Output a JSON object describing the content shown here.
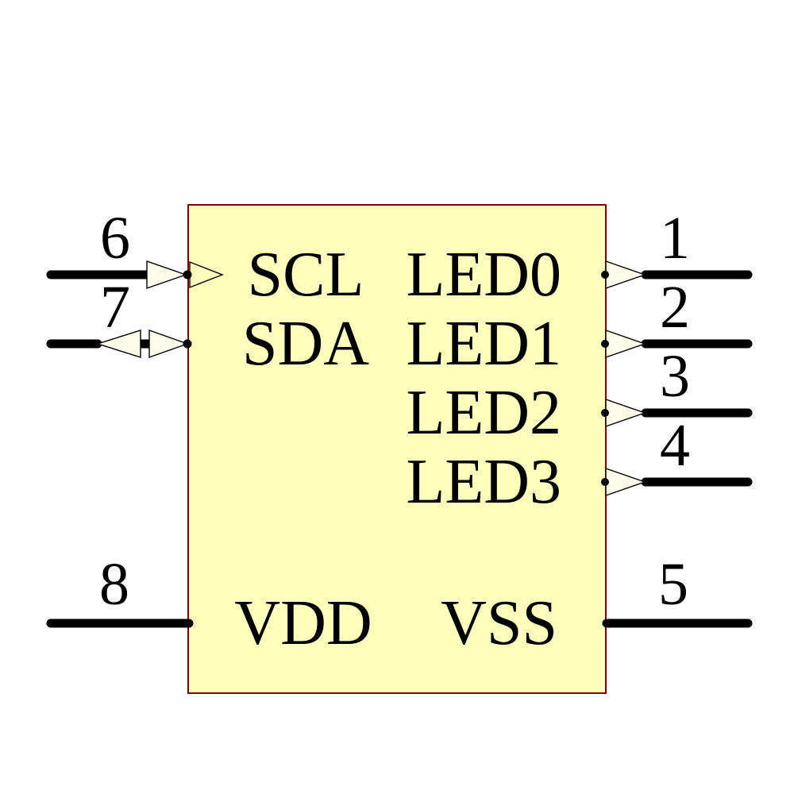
{
  "component": {
    "kind": "ic-schematic-symbol",
    "colors": {
      "body_fill": "#ffffbd",
      "body_border": "#7f0000",
      "arrow_fill": "#fdfce8",
      "wire": "#000000",
      "text": "#000000",
      "background": "#ffffff"
    },
    "pins": {
      "left": [
        {
          "number": "6",
          "label": "SCL",
          "direction": "input"
        },
        {
          "number": "7",
          "label": "SDA",
          "direction": "bidirectional"
        },
        {
          "number": "8",
          "label": "VDD",
          "direction": "power"
        }
      ],
      "right": [
        {
          "number": "1",
          "label": "LED0",
          "direction": "output"
        },
        {
          "number": "2",
          "label": "LED1",
          "direction": "output"
        },
        {
          "number": "3",
          "label": "LED2",
          "direction": "output"
        },
        {
          "number": "4",
          "label": "LED3",
          "direction": "output"
        },
        {
          "number": "5",
          "label": "VSS",
          "direction": "power"
        }
      ]
    }
  }
}
